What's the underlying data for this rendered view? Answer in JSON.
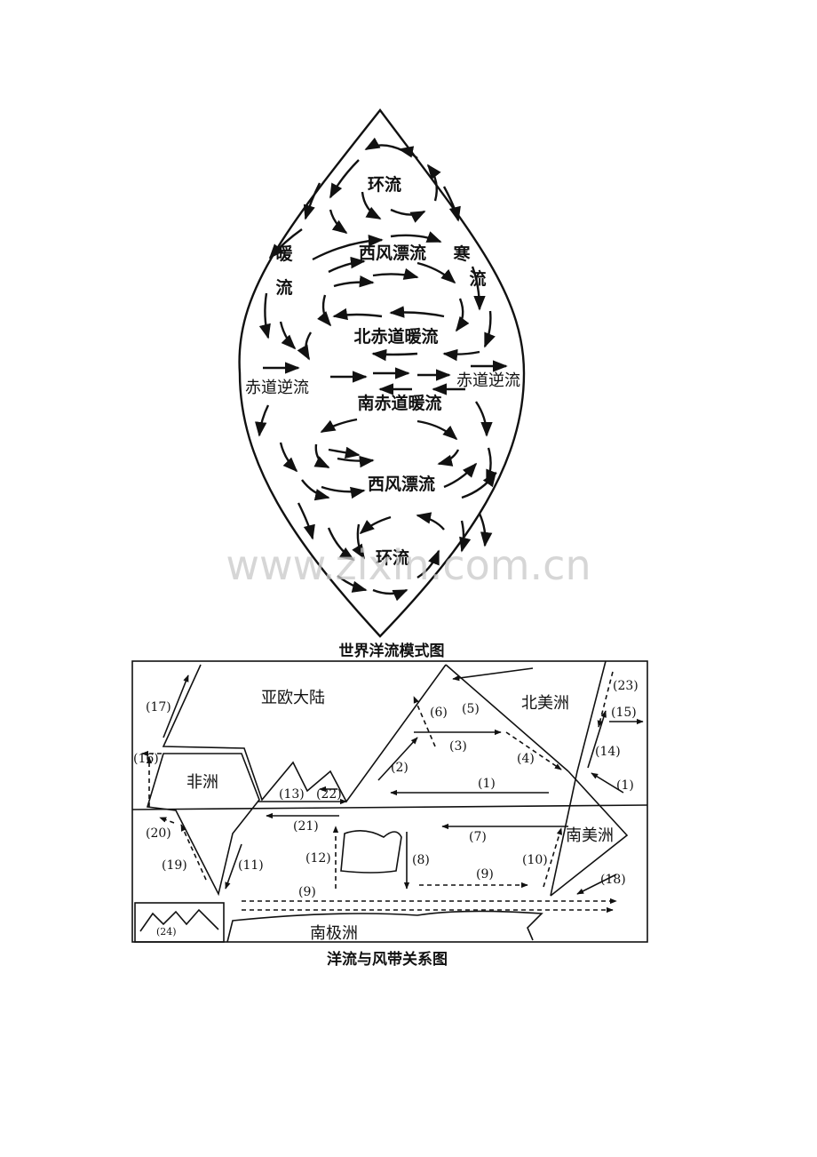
{
  "top_diagram": {
    "caption": "世界洋流模式图",
    "labels": {
      "north_gyre": "环流",
      "north_westerly_drift": "西风漂流",
      "warm_1": "暖",
      "warm_2": "流",
      "cold_1": "寒",
      "cold_2": "流",
      "north_equatorial": "北赤道暖流",
      "counter_left": "赤道逆流",
      "counter_right": "赤道逆流",
      "south_equatorial": "南赤道暖流",
      "south_westerly_drift": "西风漂流",
      "south_gyre": "环流"
    },
    "watermark": "www.zixin.com.cn"
  },
  "bottom_diagram": {
    "caption": "洋流与风带关系图",
    "continents": {
      "eurasia": "亚欧大陆",
      "africa": "非洲",
      "north_america": "北美洲",
      "south_america": "南美洲",
      "antarctica": "南极洲"
    },
    "markers": {
      "m1a": "(1)",
      "m1b": "(1)",
      "m2": "(2)",
      "m3": "(3)",
      "m4": "(4)",
      "m5": "(5)",
      "m6": "(6)",
      "m7": "(7)",
      "m8": "(8)",
      "m9a": "(9)",
      "m9b": "(9)",
      "m10": "(10)",
      "m11": "(11)",
      "m12": "(12)",
      "m13": "(13)",
      "m14": "(14)",
      "m15": "(15)",
      "m16": "(16)",
      "m17": "(17)",
      "m18": "(18)",
      "m19": "(19)",
      "m20": "(20)",
      "m21": "(21)",
      "m22": "(22)",
      "m23": "(23)",
      "m24": "(24)"
    }
  }
}
